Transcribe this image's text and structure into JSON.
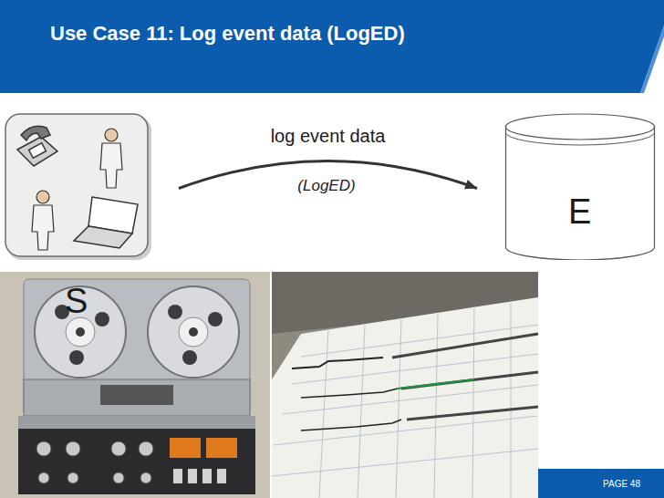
{
  "diagram": {
    "title": "Use Case 11: Log event data (LogED)",
    "nodes": [
      {
        "text": [
          "S"
        ]
      },
      {
        "text": [
          "E"
        ]
      }
    ],
    "edges": [
      {
        "from": 0,
        "to": 1,
        "arrow": "to",
        "label": "log event data"
      }
    ],
    "labels": [
      "(LogED)",
      "PAGE 48"
    ]
  }
}
